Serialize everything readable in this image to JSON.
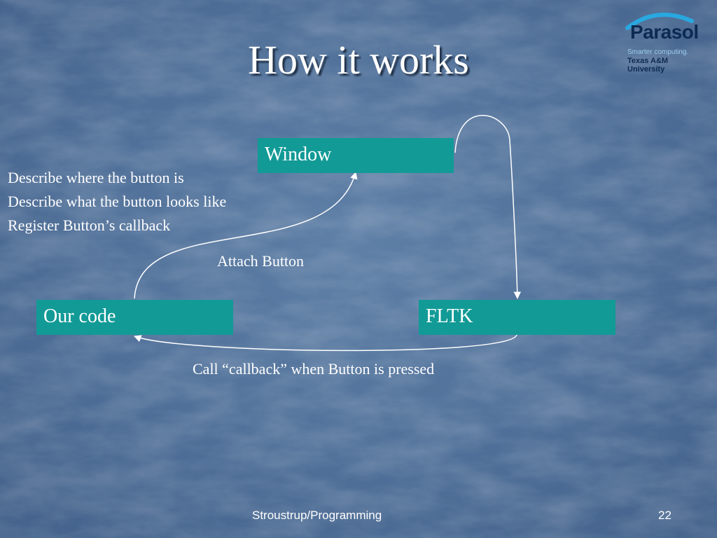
{
  "slide": {
    "title": "How it works",
    "logo": {
      "name": "Parasol",
      "tagline": "Smarter computing.",
      "university": "Texas A&M University"
    },
    "boxes": {
      "window": "Window",
      "our_code": "Our code",
      "fltk": "FLTK"
    },
    "description_lines": [
      "Describe where the button is",
      "Describe what the button looks like",
      "Register Button’s callback"
    ],
    "arrow_labels": {
      "attach": "Attach Button",
      "callback": "Call “callback” when Button is pressed"
    },
    "footer": {
      "center": "Stroustrup/Programming",
      "page_number": "22"
    }
  }
}
